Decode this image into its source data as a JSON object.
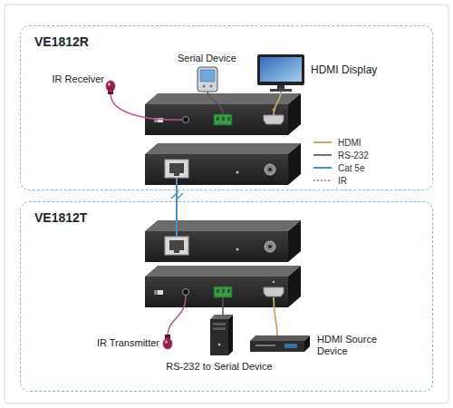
{
  "diagram": {
    "nodes": [
      {
        "text": [
          "VE1812R"
        ]
      },
      {
        "text": [
          "VE1812T"
        ]
      }
    ],
    "edges": [
      {
        "from": 0,
        "to": 1,
        "arrow": "none"
      }
    ],
    "labels": [
      "IR Receiver",
      "Serial Device",
      "HDMI Display",
      "IR Transmitter",
      "RS-232 to Serial Device",
      "HDMI Source Device"
    ],
    "legend": [
      {
        "text": "HDMI"
      },
      {
        "text": "RS-232"
      },
      {
        "text": "Cat 5e"
      },
      {
        "text": "IR"
      }
    ]
  }
}
